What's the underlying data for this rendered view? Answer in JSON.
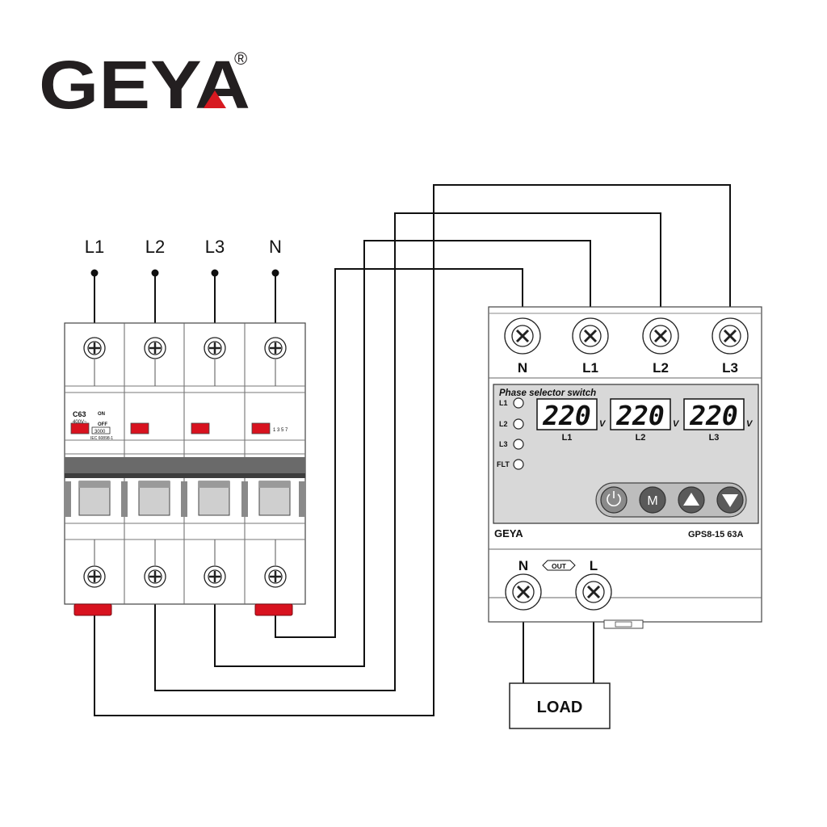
{
  "brand": {
    "logo_text": "GEYA",
    "registered": "®"
  },
  "supply_labels": [
    "L1",
    "L2",
    "L3",
    "N"
  ],
  "breaker": {
    "rating": "C63",
    "voltage": "400V~",
    "on_label": "ON",
    "off_label": "OFF",
    "capacity": "3000",
    "standard": "IEC 60898-1",
    "pole_marks": "1 3 5 7"
  },
  "selector": {
    "terminal_labels": [
      "N",
      "L1",
      "L2",
      "L3"
    ],
    "title": "Phase selector switch",
    "indicators": [
      "L1",
      "L2",
      "L3",
      "FLT"
    ],
    "displays": [
      {
        "value": "220",
        "unit": "V",
        "phase": "L1"
      },
      {
        "value": "220",
        "unit": "V",
        "phase": "L2"
      },
      {
        "value": "220",
        "unit": "V",
        "phase": "L3"
      }
    ],
    "buttons": [
      "power",
      "M",
      "up",
      "down"
    ],
    "button_m_label": "M",
    "brand": "GEYA",
    "model": "GPS8-15 63A",
    "out_n": "N",
    "out_label": "OUT",
    "out_l": "L"
  },
  "load_label": "LOAD",
  "colors": {
    "logo": "#231f20",
    "logo_accent": "#d71920",
    "breaker_red": "#d8121f",
    "panel": "#d8d8d8"
  }
}
